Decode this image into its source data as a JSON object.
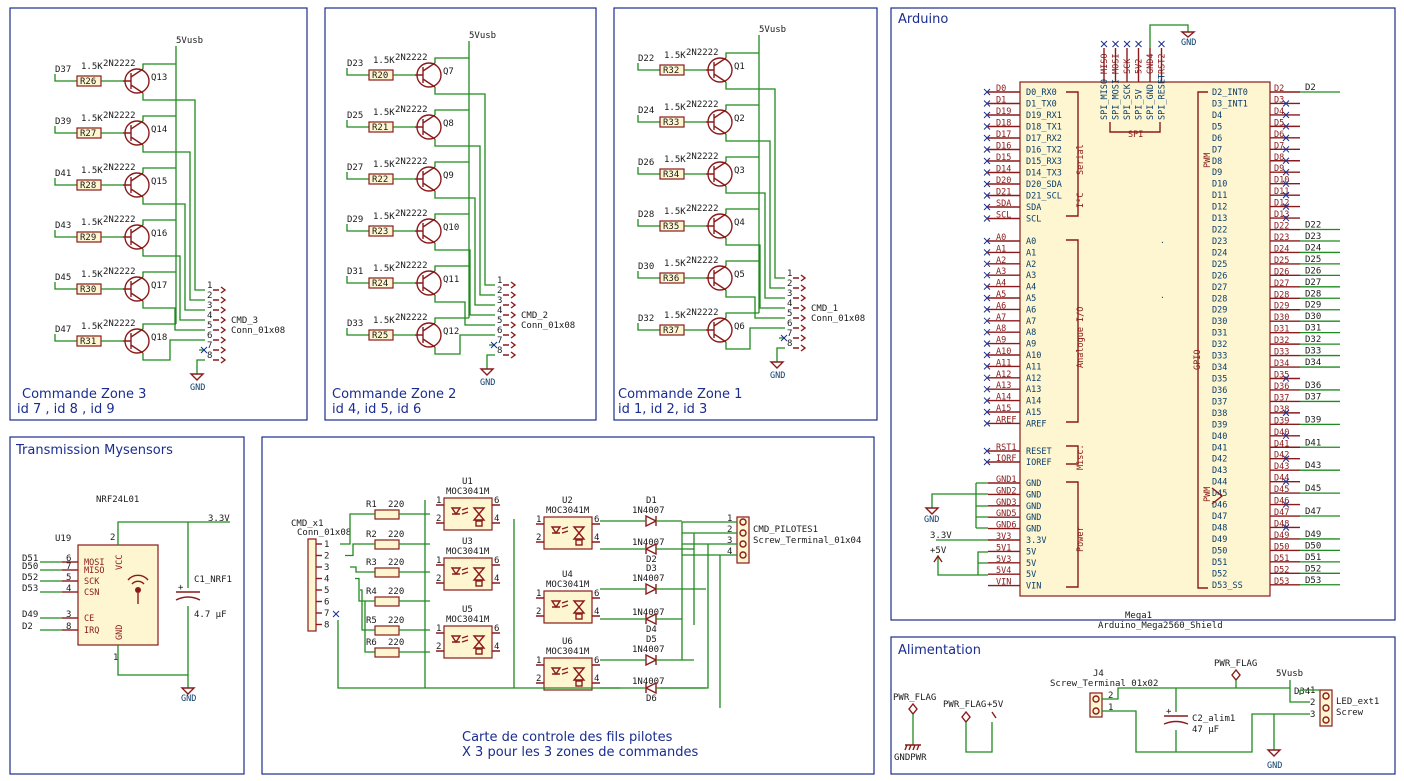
{
  "frames": {
    "zone3": {
      "title": "Commande Zone 3",
      "ids": "id 7 , id 8 , id 9"
    },
    "zone2": {
      "title": "Commande Zone 2",
      "ids": "id 4, id 5, id 6"
    },
    "zone1": {
      "title": "Commande Zone 1",
      "ids": "id 1, id 2, id 3"
    },
    "arduino": {
      "title": "Arduino"
    },
    "transmission": {
      "title": "Transmission Mysensors"
    },
    "pilotes": {
      "line1": "Carte de controle des fils pilotes",
      "line2": "X 3 pour les 3 zones de commandes"
    },
    "alim": {
      "title": "Alimentation"
    }
  },
  "zones": [
    {
      "key": "z3",
      "vcc": "5Vusb",
      "gnd": "GND",
      "conn_ref": "CMD_3",
      "conn_val": "Conn_01x08",
      "rows": [
        {
          "sig": "D37",
          "rval": "1.5K",
          "rref": "R26",
          "tval": "2N2222",
          "tref": "Q13"
        },
        {
          "sig": "D39",
          "rval": "1.5K",
          "rref": "R27",
          "tval": "2N2222",
          "tref": "Q14"
        },
        {
          "sig": "D41",
          "rval": "1.5K",
          "rref": "R28",
          "tval": "2N2222",
          "tref": "Q15"
        },
        {
          "sig": "D43",
          "rval": "1.5K",
          "rref": "R29",
          "tval": "2N2222",
          "tref": "Q16"
        },
        {
          "sig": "D45",
          "rval": "1.5K",
          "rref": "R30",
          "tval": "2N2222",
          "tref": "Q17"
        },
        {
          "sig": "D47",
          "rval": "1.5K",
          "rref": "R31",
          "tval": "2N2222",
          "tref": "Q18"
        }
      ]
    },
    {
      "key": "z2",
      "vcc": "5Vusb",
      "gnd": "GND",
      "conn_ref": "CMD_2",
      "conn_val": "Conn_01x08",
      "rows": [
        {
          "sig": "D23",
          "rval": "1.5K",
          "rref": "R20",
          "tval": "2N2222",
          "tref": "Q7"
        },
        {
          "sig": "D25",
          "rval": "1.5K",
          "rref": "R21",
          "tval": "2N2222",
          "tref": "Q8"
        },
        {
          "sig": "D27",
          "rval": "1.5K",
          "rref": "R22",
          "tval": "2N2222",
          "tref": "Q9"
        },
        {
          "sig": "D29",
          "rval": "1.5K",
          "rref": "R23",
          "tval": "2N2222",
          "tref": "Q10"
        },
        {
          "sig": "D31",
          "rval": "1.5K",
          "rref": "R24",
          "tval": "2N2222",
          "tref": "Q11"
        },
        {
          "sig": "D33",
          "rval": "1.5K",
          "rref": "R25",
          "tval": "2N2222",
          "tref": "Q12"
        }
      ]
    },
    {
      "key": "z1",
      "vcc": "5Vusb",
      "gnd": "GND",
      "conn_ref": "CMD_1",
      "conn_val": "Conn_01x08",
      "rows": [
        {
          "sig": "D22",
          "rval": "1.5K",
          "rref": "R32",
          "tval": "2N2222",
          "tref": "Q1"
        },
        {
          "sig": "D24",
          "rval": "1.5K",
          "rref": "R33",
          "tval": "2N2222",
          "tref": "Q2"
        },
        {
          "sig": "D26",
          "rval": "1.5K",
          "rref": "R34",
          "tval": "2N2222",
          "tref": "Q3"
        },
        {
          "sig": "D28",
          "rval": "1.5K",
          "rref": "R35",
          "tval": "2N2222",
          "tref": "Q4"
        },
        {
          "sig": "D30",
          "rval": "1.5K",
          "rref": "R36",
          "tval": "2N2222",
          "tref": "Q5"
        },
        {
          "sig": "D32",
          "rval": "1.5K",
          "rref": "R37",
          "tval": "2N2222",
          "tref": "Q6"
        }
      ]
    }
  ],
  "arduino": {
    "ref": "Mega1",
    "value": "Arduino_Mega2560_Shield",
    "gnd": "GND",
    "top_pins": [
      "MISO",
      "MOSI",
      "SCK",
      "5V2",
      "GND4",
      "RST2"
    ],
    "top_pin_labels": [
      "SPI_MISO",
      "SPI_MOSI",
      "SPI_SCK",
      "SPI_5V",
      "SPI_GND",
      "SPI_RESET"
    ],
    "groups": {
      "serial": "Serial",
      "i2c": "I²C",
      "spi": "SPI",
      "pwm1": "PWM",
      "pwm2": "PWM",
      "analog": "Analogue I/O",
      "gpio": "GPIO",
      "misc": "Misc.",
      "power": "Power"
    },
    "left_top": [
      {
        "pin": "D0",
        "name": "D0_RX0"
      },
      {
        "pin": "D1",
        "name": "D1_TX0"
      },
      {
        "pin": "D19",
        "name": "D19_RX1"
      },
      {
        "pin": "D18",
        "name": "D18_TX1"
      },
      {
        "pin": "D17",
        "name": "D17_RX2"
      },
      {
        "pin": "D16",
        "name": "D16_TX2"
      },
      {
        "pin": "D15",
        "name": "D15_RX3"
      },
      {
        "pin": "D14",
        "name": "D14_TX3"
      },
      {
        "pin": "D20",
        "name": "D20_SDA"
      },
      {
        "pin": "D21",
        "name": "D21_SCL"
      },
      {
        "pin": "SDA",
        "name": "SDA"
      },
      {
        "pin": "SCL",
        "name": "SCL"
      }
    ],
    "left_analog": [
      {
        "pin": "A0",
        "name": "A0"
      },
      {
        "pin": "A1",
        "name": "A1"
      },
      {
        "pin": "A2",
        "name": "A2"
      },
      {
        "pin": "A3",
        "name": "A3"
      },
      {
        "pin": "A4",
        "name": "A4"
      },
      {
        "pin": "A5",
        "name": "A5"
      },
      {
        "pin": "A6",
        "name": "A6"
      },
      {
        "pin": "A7",
        "name": "A7"
      },
      {
        "pin": "A8",
        "name": "A8"
      },
      {
        "pin": "A9",
        "name": "A9"
      },
      {
        "pin": "A10",
        "name": "A10"
      },
      {
        "pin": "A11",
        "name": "A11"
      },
      {
        "pin": "A12",
        "name": "A12"
      },
      {
        "pin": "A13",
        "name": "A13"
      },
      {
        "pin": "A14",
        "name": "A14"
      },
      {
        "pin": "A15",
        "name": "A15"
      },
      {
        "pin": "AREF",
        "name": "AREF"
      }
    ],
    "left_misc": [
      {
        "pin": "RST1",
        "name": "RESET"
      },
      {
        "pin": "IORF",
        "name": "IOREF"
      }
    ],
    "left_power": [
      {
        "pin": "GND1",
        "name": "GND"
      },
      {
        "pin": "GND2",
        "name": "GND"
      },
      {
        "pin": "GND3",
        "name": "GND"
      },
      {
        "pin": "GND5",
        "name": "GND"
      },
      {
        "pin": "GND6",
        "name": "GND"
      },
      {
        "pin": "3V3",
        "name": "3.3V"
      },
      {
        "pin": "5V1",
        "name": "5V"
      },
      {
        "pin": "5V3",
        "name": "5V"
      },
      {
        "pin": "5V4",
        "name": "5V"
      },
      {
        "pin": "VIN",
        "name": "VIN"
      }
    ],
    "power_nets": {
      "v33": "3.3V",
      "v5": "+5V"
    },
    "right_pins": [
      {
        "pin": "D2",
        "name": "D2_INT0",
        "net": "D2"
      },
      {
        "pin": "D3",
        "name": "D3_INT1",
        "net": ""
      },
      {
        "pin": "D4",
        "name": "D4",
        "net": ""
      },
      {
        "pin": "D5",
        "name": "D5",
        "net": ""
      },
      {
        "pin": "D6",
        "name": "D6",
        "net": ""
      },
      {
        "pin": "D7",
        "name": "D7",
        "net": ""
      },
      {
        "pin": "D8",
        "name": "D8",
        "net": ""
      },
      {
        "pin": "D9",
        "name": "D9",
        "net": ""
      },
      {
        "pin": "D10",
        "name": "D10",
        "net": ""
      },
      {
        "pin": "D11",
        "name": "D11",
        "net": ""
      },
      {
        "pin": "D12",
        "name": "D12",
        "net": ""
      },
      {
        "pin": "D13",
        "name": "D13",
        "net": ""
      },
      {
        "pin": "D22",
        "name": "D22",
        "net": "D22"
      },
      {
        "pin": "D23",
        "name": "D23",
        "net": "D23"
      },
      {
        "pin": "D24",
        "name": "D24",
        "net": "D24"
      },
      {
        "pin": "D25",
        "name": "D25",
        "net": "D25"
      },
      {
        "pin": "D26",
        "name": "D26",
        "net": "D26"
      },
      {
        "pin": "D27",
        "name": "D27",
        "net": "D27"
      },
      {
        "pin": "D28",
        "name": "D28",
        "net": "D28"
      },
      {
        "pin": "D29",
        "name": "D29",
        "net": "D29"
      },
      {
        "pin": "D30",
        "name": "D30",
        "net": "D30"
      },
      {
        "pin": "D31",
        "name": "D31",
        "net": "D31"
      },
      {
        "pin": "D32",
        "name": "D32",
        "net": "D32"
      },
      {
        "pin": "D33",
        "name": "D33",
        "net": "D33"
      },
      {
        "pin": "D34",
        "name": "D34",
        "net": "D34"
      },
      {
        "pin": "D35",
        "name": "D35",
        "net": ""
      },
      {
        "pin": "D36",
        "name": "D36",
        "net": "D36"
      },
      {
        "pin": "D37",
        "name": "D37",
        "net": "D37"
      },
      {
        "pin": "D38",
        "name": "D38",
        "net": ""
      },
      {
        "pin": "D39",
        "name": "D39",
        "net": "D39"
      },
      {
        "pin": "D40",
        "name": "D40",
        "net": ""
      },
      {
        "pin": "D41",
        "name": "D41",
        "net": "D41"
      },
      {
        "pin": "D42",
        "name": "D42",
        "net": ""
      },
      {
        "pin": "D43",
        "name": "D43",
        "net": "D43"
      },
      {
        "pin": "D44",
        "name": "D44",
        "net": ""
      },
      {
        "pin": "D45",
        "name": "D45",
        "net": "D45"
      },
      {
        "pin": "D46",
        "name": "D46",
        "net": ""
      },
      {
        "pin": "D47",
        "name": "D47",
        "net": "D47"
      },
      {
        "pin": "D48",
        "name": "D48",
        "net": ""
      },
      {
        "pin": "D49",
        "name": "D49",
        "net": "D49"
      },
      {
        "pin": "D50",
        "name": "D50",
        "net": "D50"
      },
      {
        "pin": "D51",
        "name": "D51",
        "net": "D51"
      },
      {
        "pin": "D52",
        "name": "D52",
        "net": "D52"
      },
      {
        "pin": "D53",
        "name": "D53_SS",
        "net": "D53"
      }
    ]
  },
  "nrf": {
    "part": "NRF24L01",
    "ref": "U19",
    "vcc_net": "3.3V",
    "gnd": "GND",
    "cap_ref": "C1_NRF1",
    "cap_val": "4.7 µF",
    "pin_vcc": "VCC",
    "pin_gnd": "GND",
    "pin_vcc_num": "2",
    "pin_gnd_num": "1",
    "pins": [
      {
        "net": "D51",
        "num": "6",
        "name": "MOSI"
      },
      {
        "net": "D50",
        "num": "7",
        "name": "MISO"
      },
      {
        "net": "D52",
        "num": "5",
        "name": "SCK"
      },
      {
        "net": "D53",
        "num": "4",
        "name": "CSN"
      },
      {
        "net": "D49",
        "num": "3",
        "name": "CE"
      },
      {
        "net": "D2",
        "num": "8",
        "name": "IRQ"
      }
    ]
  },
  "pilotes": {
    "cmd_ref": "CMD_x1",
    "cmd_val": "Conn_01x08",
    "cmd_pins": [
      "1",
      "2",
      "3",
      "4",
      "5",
      "6",
      "7",
      "8"
    ],
    "resistors": [
      {
        "ref": "R1",
        "val": "220"
      },
      {
        "ref": "R2",
        "val": "220"
      },
      {
        "ref": "R3",
        "val": "220"
      },
      {
        "ref": "R4",
        "val": "220"
      },
      {
        "ref": "R5",
        "val": "220"
      },
      {
        "ref": "R6",
        "val": "220"
      }
    ],
    "opto": [
      {
        "ref": "U1",
        "val": "MOC3041M"
      },
      {
        "ref": "U2",
        "val": "MOC3041M"
      },
      {
        "ref": "U3",
        "val": "MOC3041M"
      },
      {
        "ref": "U4",
        "val": "MOC3041M"
      },
      {
        "ref": "U5",
        "val": "MOC3041M"
      },
      {
        "ref": "U6",
        "val": "MOC3041M"
      }
    ],
    "opto_pins": [
      "1",
      "2",
      "6",
      "4"
    ],
    "diodes": [
      {
        "ref": "D1",
        "val": "1N4007"
      },
      {
        "ref": "D2",
        "val": "1N4007"
      },
      {
        "ref": "D3",
        "val": "1N4007"
      },
      {
        "ref": "D4",
        "val": "1N4007"
      },
      {
        "ref": "D5",
        "val": "1N4007"
      },
      {
        "ref": "D6",
        "val": "1N4007"
      }
    ],
    "term_ref": "CMD_PILOTES1",
    "term_val": "Screw_Terminal_01x04",
    "term_pins": [
      "1",
      "2",
      "3",
      "4"
    ]
  },
  "alim": {
    "pwr_flag1": "PWR_FLAG",
    "gndpwr": "GNDPWR",
    "pwr_flag2": "PWR_FLAG",
    "pwr_flag2_net": "+5V",
    "j4_ref": "J4",
    "j4_val": "Screw_Terminal_01x02",
    "j4_pins": [
      "2",
      "1"
    ],
    "pwr_flag3": "PWR_FLAG",
    "vusb": "5Vusb",
    "cap_ref": "C2_alim1",
    "cap_val": "47 µF",
    "d34_ref": "D34",
    "led_ref": "LED_ext1",
    "led_val": "Screw",
    "led_pins": [
      "1",
      "2",
      "3"
    ],
    "gnd": "GND"
  }
}
